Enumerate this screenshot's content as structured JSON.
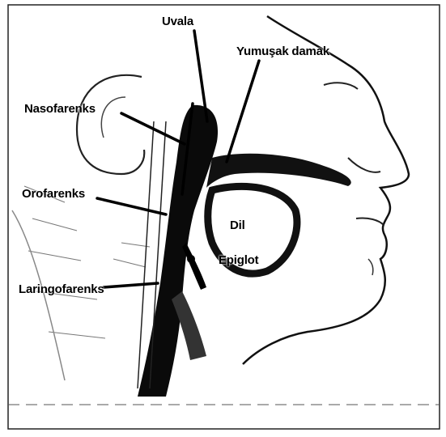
{
  "labels": {
    "uvula": "Uvala",
    "soft_palate": "Yumuşak damak",
    "nasopharynx": "Nasofarenks",
    "oropharynx": "Orofarenks",
    "tongue": "Dil",
    "epiglottis": "Epiglot",
    "laryngopharynx": "Laringofarenks"
  },
  "colors": {
    "ink": "#000000",
    "paper": "#ffffff",
    "shade": "#6b6b6b"
  }
}
